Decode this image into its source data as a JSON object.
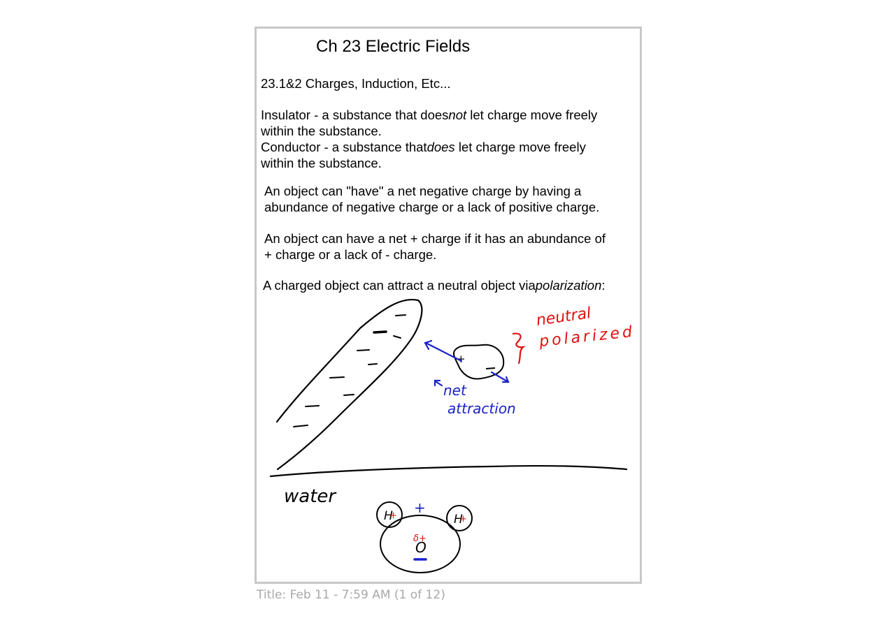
{
  "page": {
    "title": "Ch 23 Electric Fields",
    "section": "23.1&2 Charges, Induction, Etc...",
    "insulator": {
      "pre": "Insulator - a substance that does",
      "emph": "not",
      "post": " let charge move freely",
      "line2": "within the substance."
    },
    "conductor": {
      "pre": "Conductor - a substance that",
      "emph": "does",
      "post": " let charge move freely",
      "line2": "within the substance."
    },
    "negative": {
      "line1": "An object can \"have\" a net negative charge by having a",
      "line2": "abundance of negative charge or a lack of positive charge."
    },
    "positive": {
      "line1": "An object can have a net + charge if it has an abundance of",
      "line2": "+ charge or a lack of - charge."
    },
    "polarization": {
      "pre": "A charged object can attract a neutral object via",
      "emph": "polarization",
      "post": ":"
    }
  },
  "handwriting": {
    "neutral": "neutral",
    "polarized": "polarized",
    "net": "net",
    "attraction": "attraction",
    "water": "water",
    "h_left": "H",
    "h_right": "H",
    "oxygen": "O",
    "plus_top": "+",
    "delta_plus": "δ+",
    "plus_sign": "+",
    "minus_sign": "−"
  },
  "caption": "Title: Feb 11 - 7:59 AM (1 of 12)",
  "colors": {
    "frame": "#c8c8c8",
    "ink_black": "#000000",
    "ink_blue": "#1a22c8",
    "ink_red": "#e01010",
    "caption": "#a8a8a8"
  }
}
